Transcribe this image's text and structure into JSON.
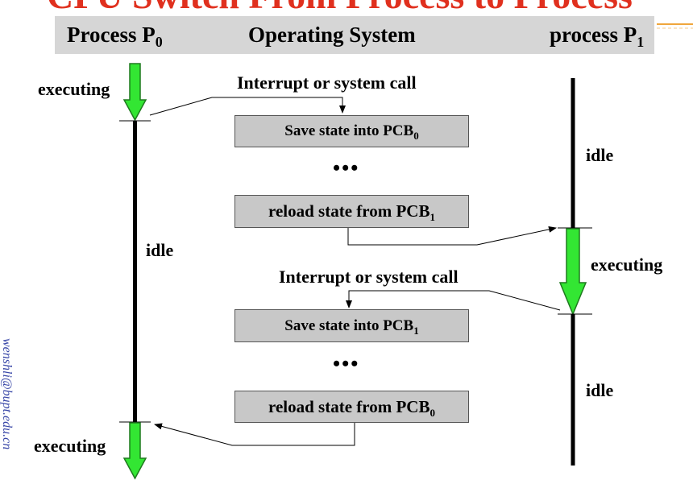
{
  "title": "CPU Switch From Process to Process",
  "header": {
    "left": "Process P",
    "left_sub": "0",
    "center": "Operating System",
    "right": "process P",
    "right_sub": "1"
  },
  "labels": {
    "executing_top_left": "executing",
    "interrupt_top": "Interrupt or system call",
    "idle_left": "idle",
    "idle_right_top": "idle",
    "executing_right": "executing",
    "interrupt_mid": "Interrupt or system call",
    "idle_right_bottom": "idle",
    "executing_bottom_left": "executing"
  },
  "boxes": {
    "save_pcb0": {
      "text": "Save state into PCB",
      "sub": "0"
    },
    "reload_pcb1": {
      "text": "reload state from PCB",
      "sub": "1"
    },
    "save_pcb1": {
      "text": "Save state into PCB",
      "sub": "1"
    },
    "reload_pcb0": {
      "text": "reload state from PCB",
      "sub": "0"
    }
  },
  "ellipsis": "•••",
  "side_text": "wenshli@bupt.edu.cn",
  "colors": {
    "title": "#e0301e",
    "arrow_fill": "#33e633",
    "arrow_stroke": "#1f7a1f",
    "header_bg": "#d6d6d6",
    "box_bg": "#c8c8c8",
    "side_text": "#3a48a8"
  }
}
